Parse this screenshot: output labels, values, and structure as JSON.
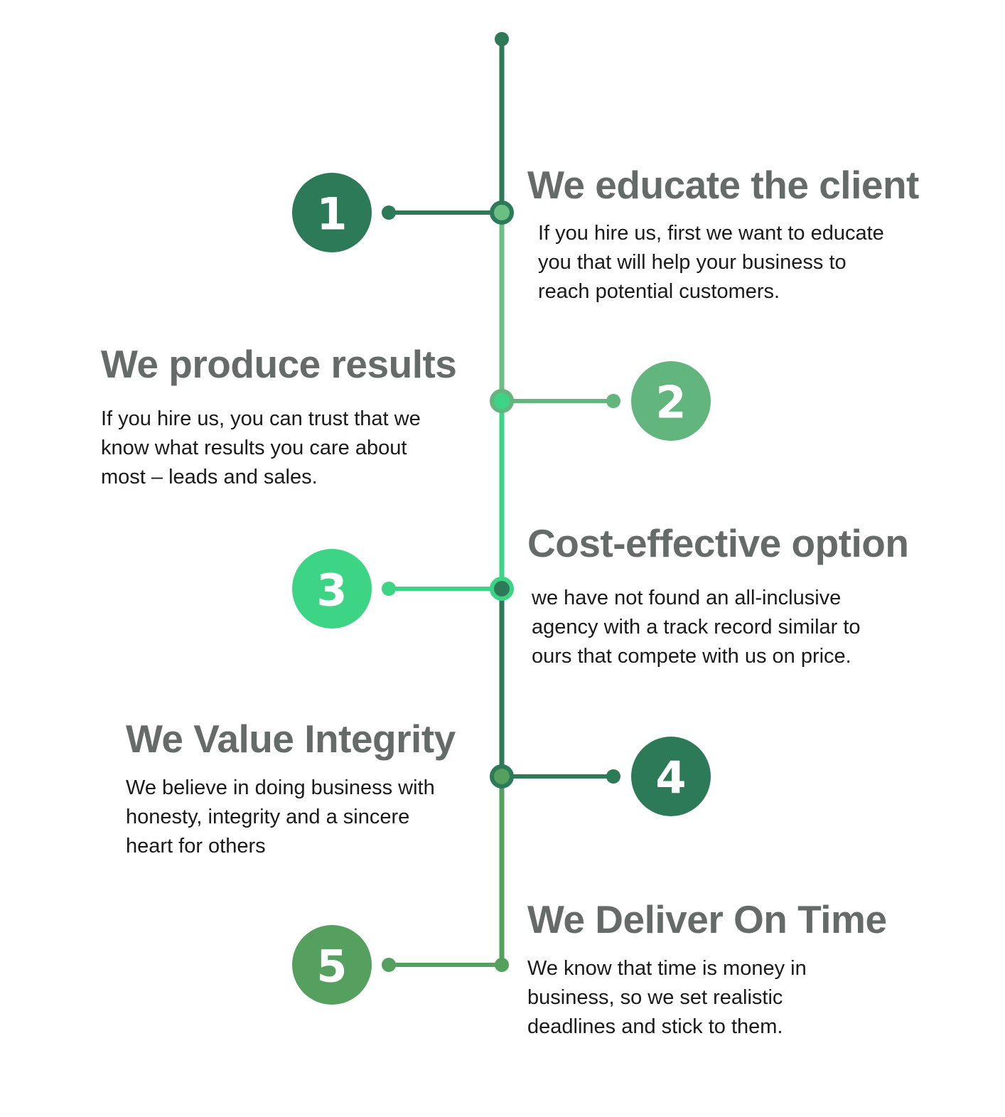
{
  "items": [
    {
      "number": "1",
      "title": "We educate the client",
      "description": "If you hire us, first we want to educate\nyou that will help your business to\nreach potential customers.",
      "color": "#2c7a58",
      "side": "left"
    },
    {
      "number": "2",
      "title": "We produce results",
      "description": "If you hire us, you can trust that we\nknow what results you care about\nmost – leads and sales.",
      "color": "#62b57c",
      "side": "right"
    },
    {
      "number": "3",
      "title": "Cost-effective option",
      "description": "we have not found an all-inclusive\nagency with a track record similar to\nours that compete with us on price.",
      "color": "#3dd585",
      "side": "left"
    },
    {
      "number": "4",
      "title": "We Value Integrity",
      "description": "We believe in doing business with\nhonesty, integrity and a sincere\nheart for others",
      "color": "#2c7a58",
      "side": "right"
    },
    {
      "number": "5",
      "title": "We Deliver On Time",
      "description": "We know that time is money in\nbusiness, so we set realistic\ndeadlines and stick to them.",
      "color": "#55a05e",
      "side": "left"
    }
  ],
  "colors": {
    "title_text": "#656b68",
    "body_text": "#1a1a1a",
    "spine_segments": [
      "#2c7a58",
      "#6cbf82",
      "#3dd585",
      "#2c7a58",
      "#55a05e"
    ]
  }
}
